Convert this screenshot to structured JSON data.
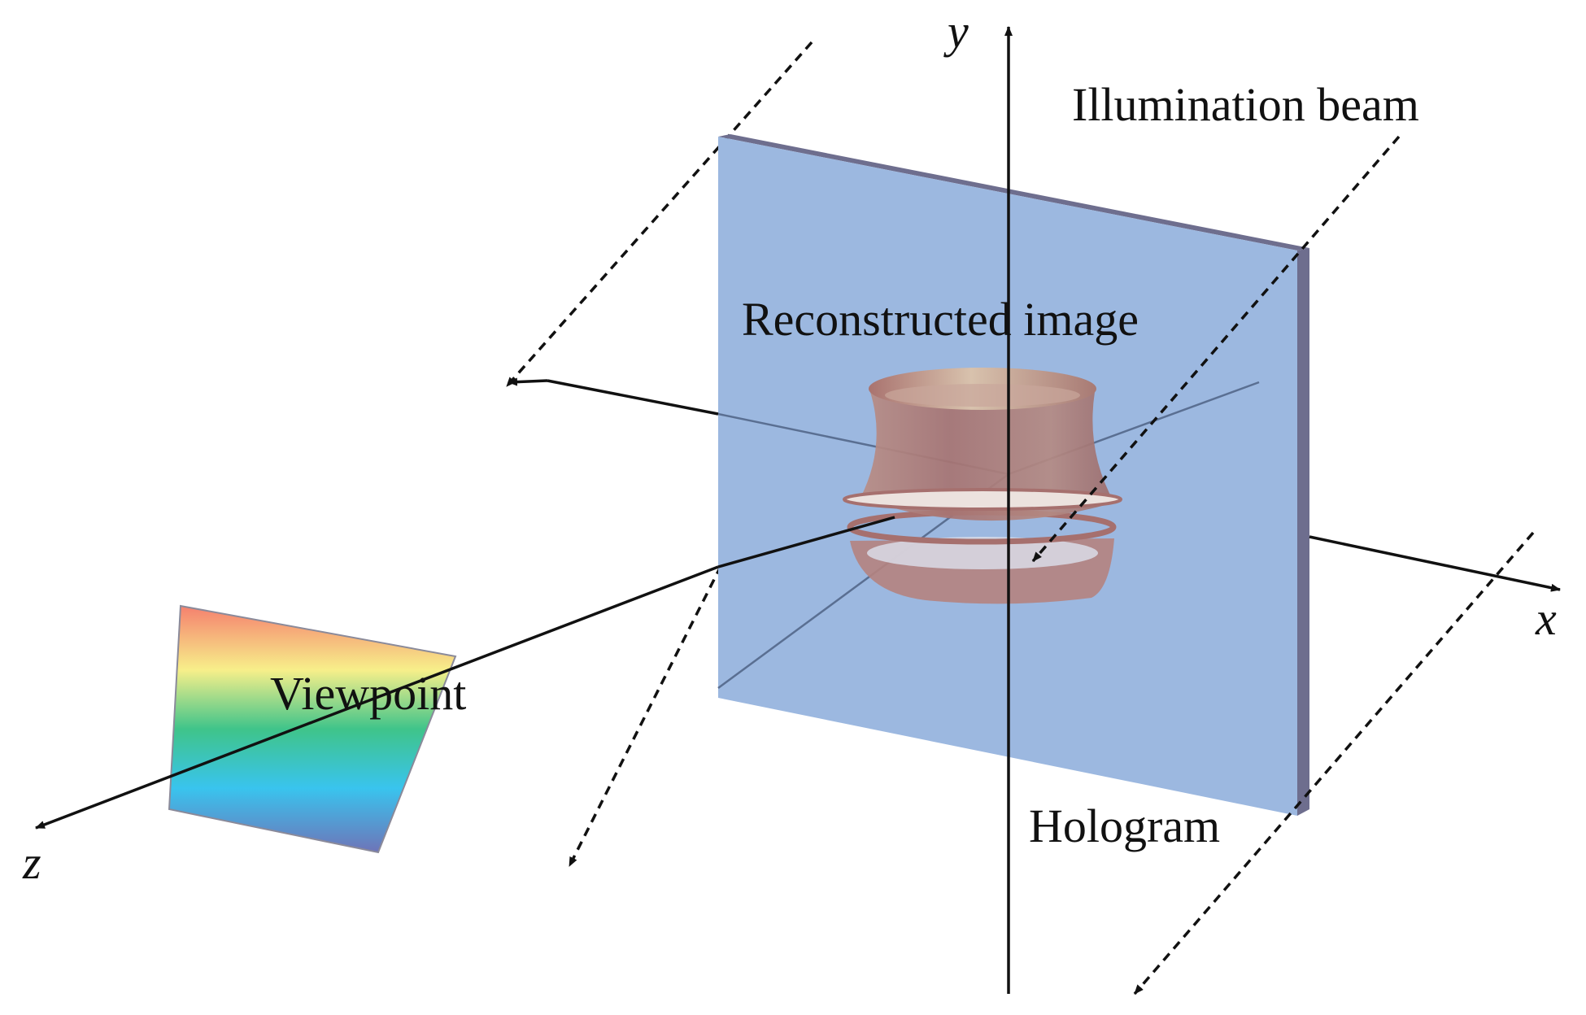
{
  "labels": {
    "y_axis": "y",
    "x_axis": "x",
    "z_axis": "z",
    "illumination_beam": "Illumination beam",
    "reconstructed_image": "Reconstructed image",
    "viewpoint": "Viewpoint",
    "hologram": "Hologram"
  },
  "colors": {
    "hologram_face": "#9cb8e0",
    "hologram_edge": "#6e6e8e",
    "vase": "#b07a78",
    "arrows": "#111111"
  }
}
